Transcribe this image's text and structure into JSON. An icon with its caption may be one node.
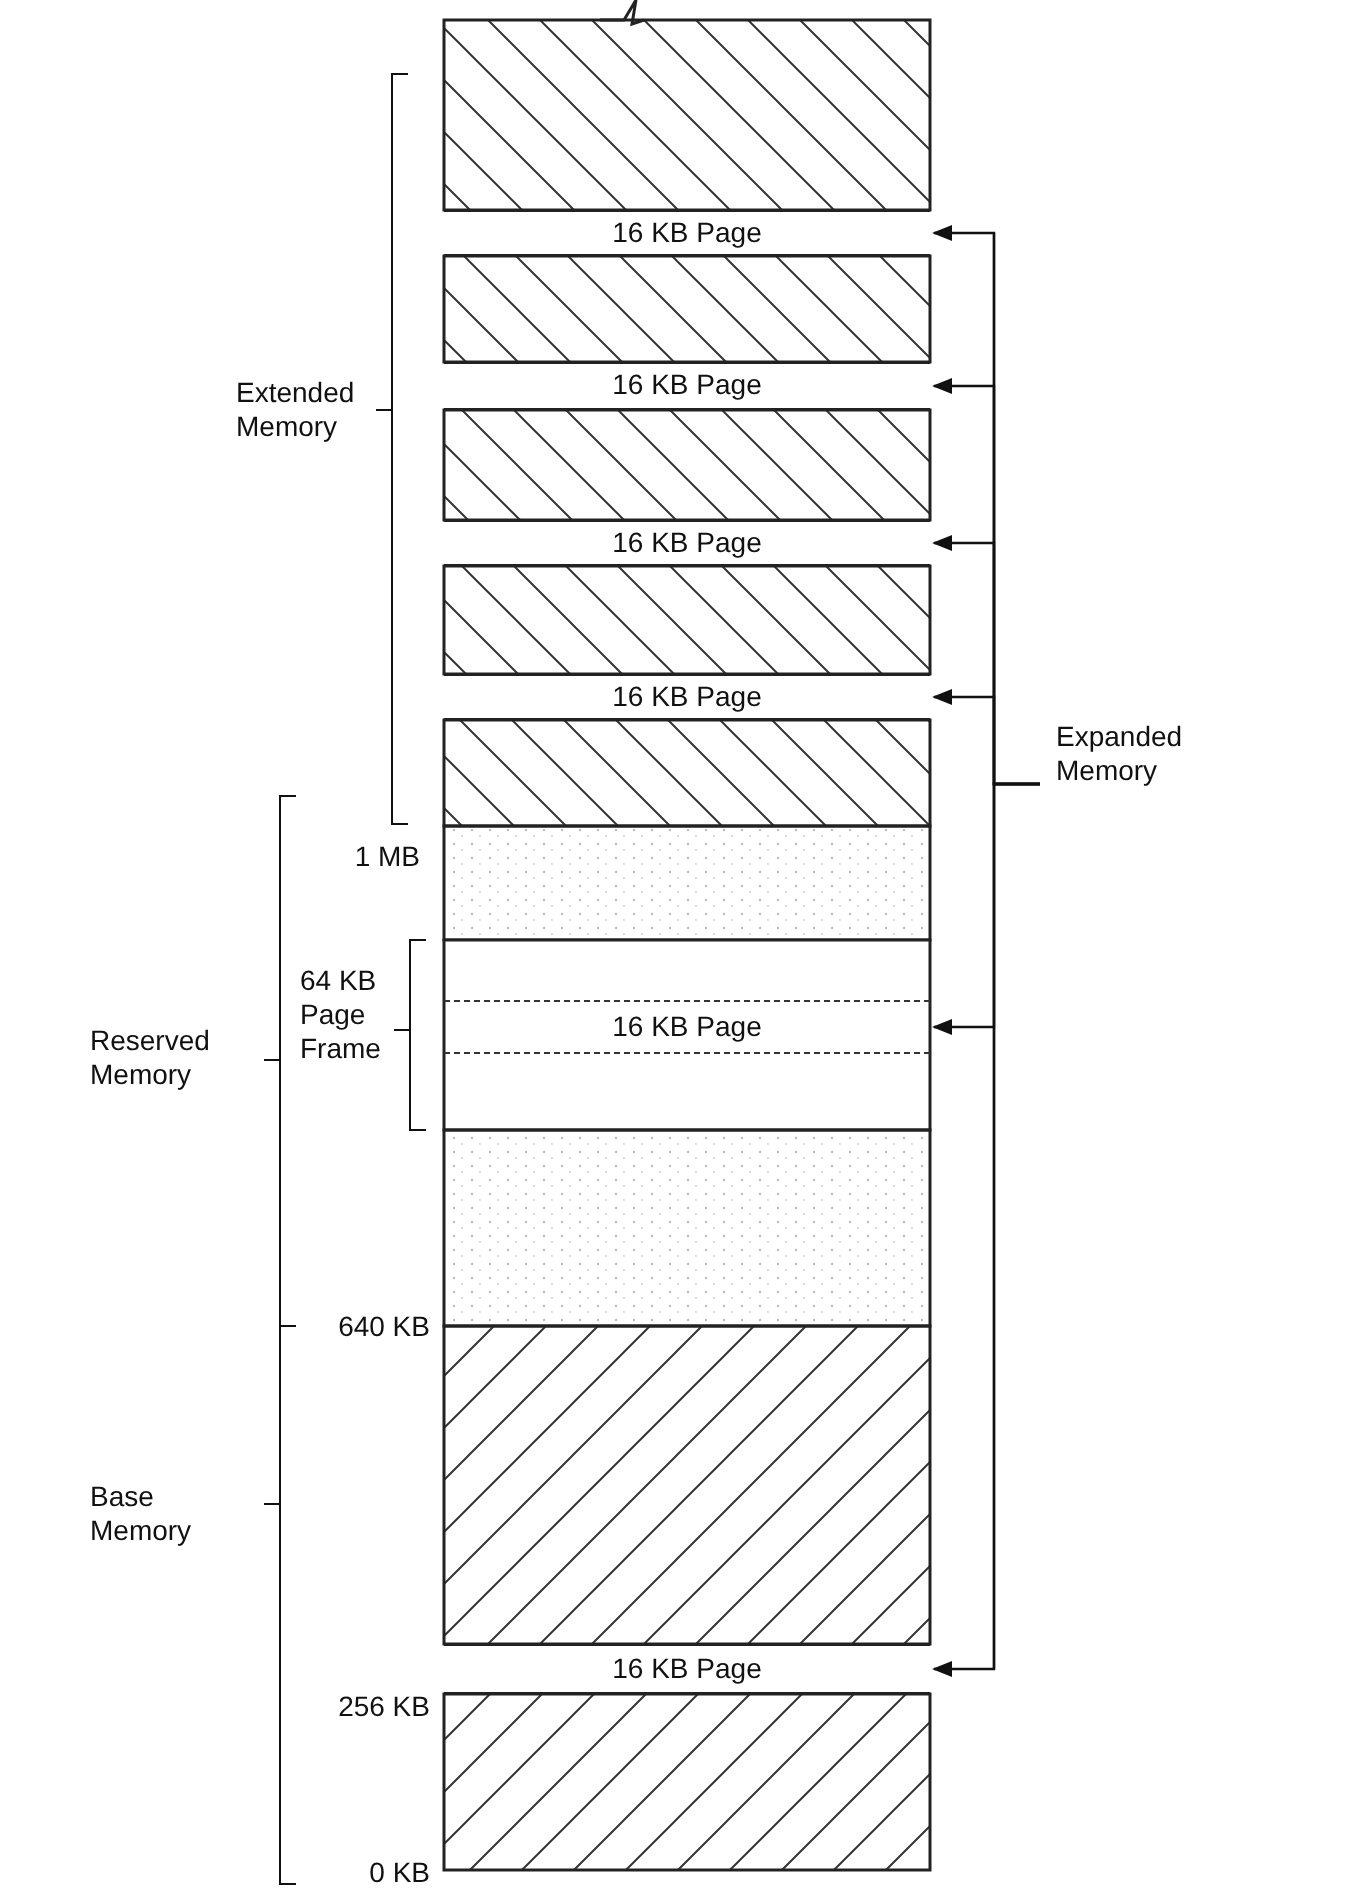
{
  "diagram": {
    "nodes": [
      {
        "text": [
          "16 KB Page"
        ]
      },
      {
        "text": [
          "16 KB Page"
        ]
      },
      {
        "text": [
          "16 KB Page"
        ]
      },
      {
        "text": [
          "16 KB Page"
        ]
      },
      {
        "text": [
          "Expanded Memory"
        ]
      },
      {
        "text": [
          "16 KB Page"
        ]
      },
      {
        "text": [
          "16 KB Page"
        ]
      }
    ],
    "edges": [
      {
        "from": 4,
        "to": 0,
        "arrow": "to"
      },
      {
        "from": 4,
        "to": 1,
        "arrow": "to"
      },
      {
        "from": 4,
        "to": 2,
        "arrow": "to"
      },
      {
        "from": 4,
        "to": 3,
        "arrow": "to"
      },
      {
        "from": 4,
        "to": 5,
        "arrow": "to"
      },
      {
        "from": 4,
        "to": 6,
        "arrow": "to"
      }
    ],
    "labels": [
      "Extended Memory",
      "1 MB",
      "64 KB Page Frame",
      "Reserved Memory",
      "640 KB",
      "Base Memory",
      "256 KB",
      "0 KB"
    ]
  }
}
